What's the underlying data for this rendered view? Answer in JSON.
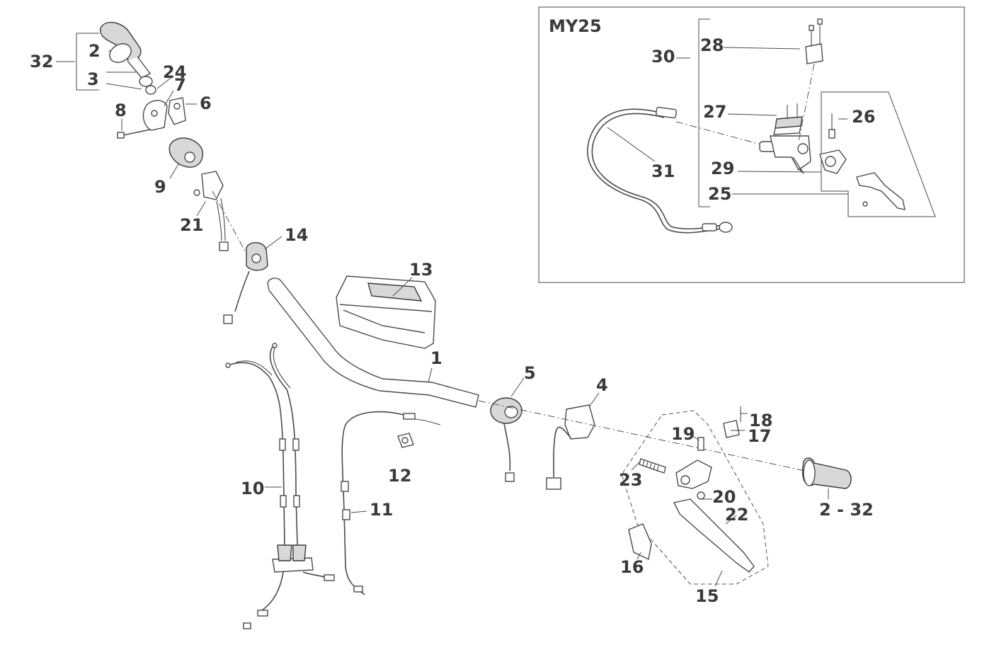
{
  "inset": {
    "title": "MY25"
  },
  "callouts": {
    "c1": "1",
    "c2": "2",
    "c3": "3",
    "c4": "4",
    "c5": "5",
    "c6": "6",
    "c7": "7",
    "c8": "8",
    "c9": "9",
    "c10": "10",
    "c11": "11",
    "c12": "12",
    "c13": "13",
    "c14": "14",
    "c15": "15",
    "c16": "16",
    "c17": "17",
    "c18": "18",
    "c19": "19",
    "c20": "20",
    "c21": "21",
    "c22": "22",
    "c23": "23",
    "c24": "24",
    "c25": "25",
    "c26": "26",
    "c27": "27",
    "c28": "28",
    "c29": "29",
    "c30": "30",
    "c31": "31",
    "c32": "32",
    "c2_32": "2 - 32"
  }
}
